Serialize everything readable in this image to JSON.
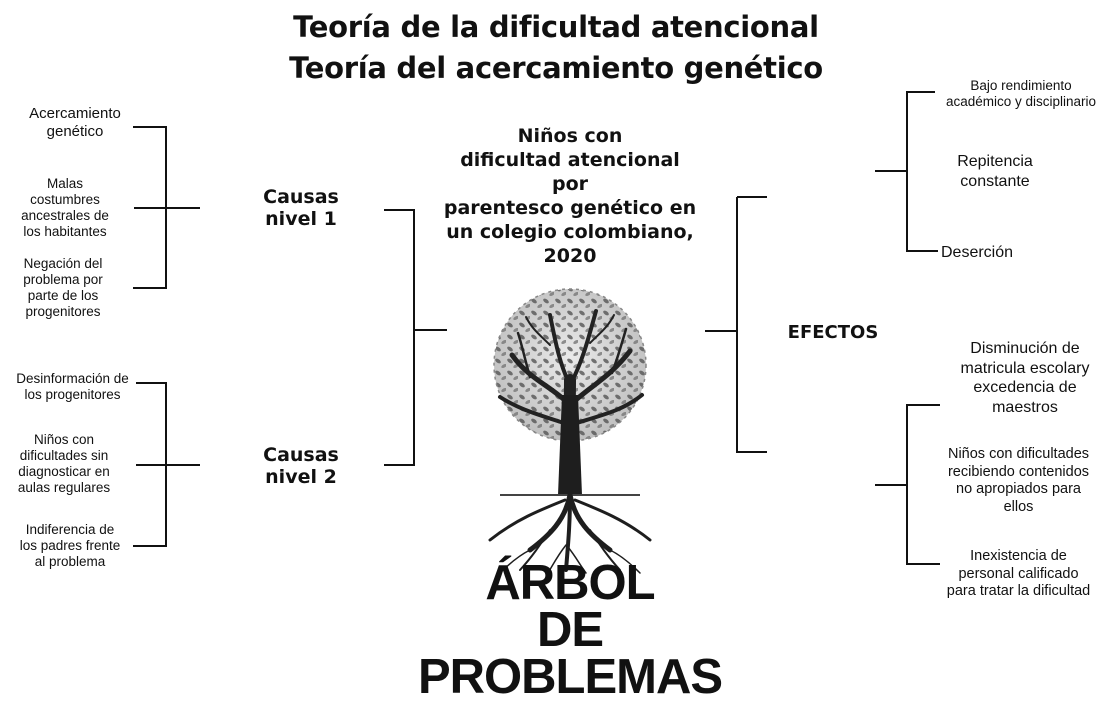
{
  "title": {
    "line1": "Teoría de la dificultad atencional",
    "line2": "Teoría del acercamiento genético"
  },
  "center": {
    "l1": "Niños con",
    "l2": "dificultad atencional",
    "l3": "por",
    "l4": "parentesco genético en",
    "l5": "un colegio colombiano,",
    "l6": "2020"
  },
  "tree_label": {
    "l1": "ÁRBOL",
    "l2": "DE",
    "l3": "PROBLEMAS"
  },
  "causes": {
    "level1": {
      "l1": "Causas",
      "l2": "nivel 1",
      "items": [
        {
          "l1": "Acercamiento",
          "l2": "genético"
        },
        {
          "l1": "Malas",
          "l2": "costumbres",
          "l3": "ancestrales de",
          "l4": "los habitantes"
        },
        {
          "l1": "Negación del",
          "l2": "problema por",
          "l3": "parte de los",
          "l4": "progenitores"
        }
      ]
    },
    "level2": {
      "l1": "Causas",
      "l2": "nivel 2",
      "items": [
        {
          "l1": "Desinformación de",
          "l2": "los progenitores"
        },
        {
          "l1": "Niños con",
          "l2": "dificultades sin",
          "l3": "diagnosticar en",
          "l4": "aulas regulares"
        },
        {
          "l1": "Indiferencia de",
          "l2": "los padres frente",
          "l3": "al problema"
        }
      ]
    }
  },
  "effects": {
    "label": "EFECTOS",
    "group1": [
      {
        "l1": "Bajo rendimiento",
        "l2": "académico y disciplinario"
      },
      {
        "l1": "Repitencia",
        "l2": "constante"
      },
      {
        "l1": "Deserción"
      }
    ],
    "group2": [
      {
        "l1": "Disminución de",
        "l2": "matricula escolary",
        "l3": "excedencia de",
        "l4": "maestros"
      },
      {
        "l1": "Niños con dificultades",
        "l2": "recibiendo contenidos",
        "l3": "no apropiados para",
        "l4": "ellos"
      },
      {
        "l1": "Inexistencia de",
        "l2": "personal calificado",
        "l3": "para tratar la dificultad"
      }
    ]
  }
}
